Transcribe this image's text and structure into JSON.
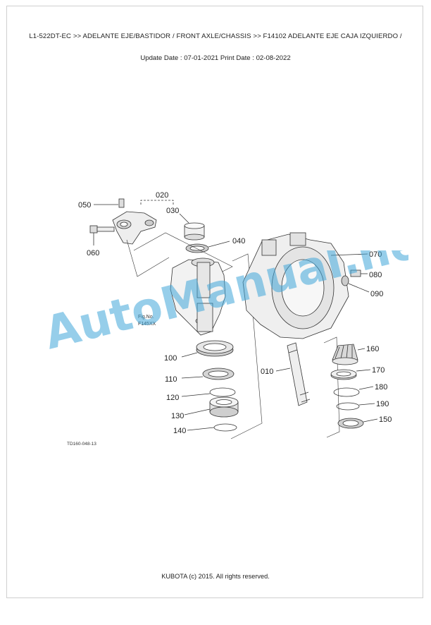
{
  "header": {
    "path": "L1-522DT-EC >> ADELANTE EJE/BASTIDOR / FRONT AXLE/CHASSIS >> F14102   ADELANTE EJE CAJA IZQUIERDO /",
    "dates": "Update Date : 07-01-2021   Print Date : 02-08-2022"
  },
  "diagram": {
    "parts": {
      "p010": "010",
      "p020": "020",
      "p030": "030",
      "p040": "040",
      "p050": "050",
      "p060": "060",
      "p070": "070",
      "p080": "080",
      "p090": "090",
      "p100": "100",
      "p110": "110",
      "p120": "120",
      "p130": "130",
      "p140": "140",
      "p150": "150",
      "p160": "160",
      "p170": "170",
      "p180": "180",
      "p190": "190"
    },
    "fig_ref_line1": "Fig.No.",
    "fig_ref_line2": "F145XX",
    "drawing_code": "TD160-048-13"
  },
  "watermark": "AutoManual.net",
  "footer": "KUBOTA (c) 2015. All rights reserved."
}
